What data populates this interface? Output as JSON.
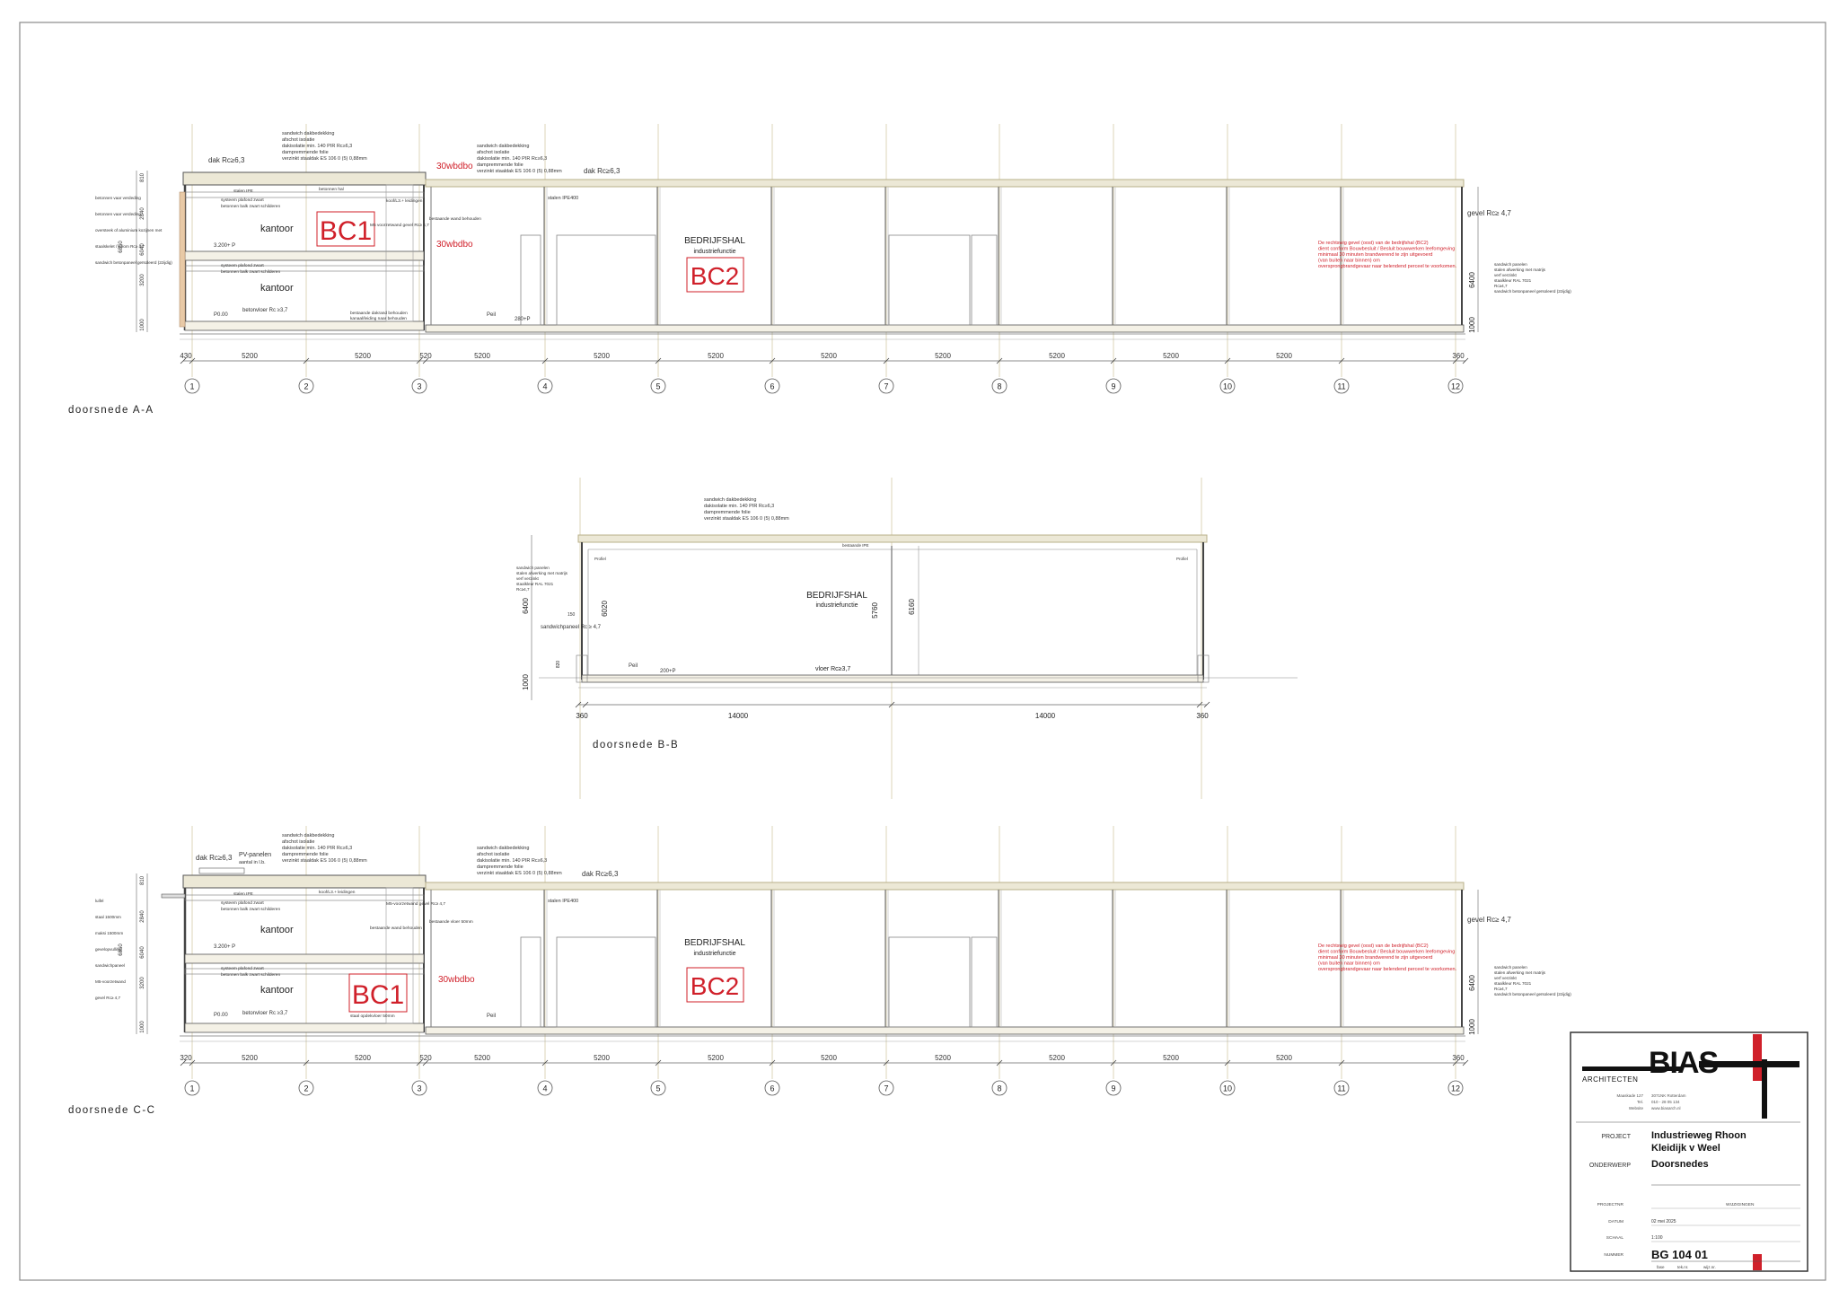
{
  "sections": [
    {
      "id": "aa",
      "title": "doorsnede A-A",
      "grid_labels": [
        "1",
        "2",
        "3",
        "4",
        "5",
        "6",
        "7",
        "8",
        "9",
        "10",
        "11",
        "12"
      ],
      "dim_top": [
        "430",
        "5200",
        "5200",
        "520",
        "5200",
        "5200",
        "5200",
        "5200",
        "5200",
        "5200",
        "5200",
        "5200",
        "360"
      ],
      "roof_left": "dak Rc≥6,3",
      "roof_right": "dak Rc≥6,3",
      "fire_wbdbo": "30wbdbo",
      "fire_wbdbo_2": "30wbdbo",
      "rooms": [
        "kantoor",
        "kantoor"
      ],
      "bc1": "BC1",
      "bc2": "BC2",
      "hall": "BEDRIJFSHAL",
      "hall_sub": "industriefunctie",
      "facade": "gevel Rc≥ 4,7",
      "vertical_dims": [
        "810",
        "2840",
        "6850",
        "6040",
        "3200",
        "1000"
      ],
      "right_dims": [
        "6400",
        "1000"
      ],
      "floor_notes": [
        "3.200+ P",
        "P0.00"
      ],
      "level_note": "betonvloer Rc ≥3,7",
      "red_note": [
        "De rechtswig gevel (oost) van de bedrijfshal (BC2)",
        "dient conform Bouwbesluit / Besluit bouwwerken leefomgeving",
        "minimaal 30 minuten brandwerend te zijn uitgevoerd",
        "(van buiten naar binnen) om",
        "oversprongbrandgevaar naar belendend perceel te voorkomen."
      ],
      "left_notes": [
        "betonnen vaar verdeding",
        "betonnen vaar verdeding",
        "oversteek of aluminium kozijnen met",
        "staalskelet / kolom Rc≥ 4,7",
        "sandwich betonpaneel geïsoleerd (2zijdig)"
      ],
      "top_notes": [
        "sandwich dakbedekking",
        "afschot isolatie",
        "dakisolatie min. 140 PIR Rc≥6,3",
        "dampremmende folie",
        "verzinkt staaldak ES 106 0 (5) 0,88mm"
      ],
      "mid_notes": [
        "stalen IPE",
        "systeem plafond zwart",
        "betonnen balk zwart schilderen",
        "systeem plafond zwart",
        "betonnen balk zwart schilderen",
        "betonnen hal",
        "koof/L3.+ leidingen",
        "M5 voorzetwand gevel Rc≥ 4,7",
        "bestaande wand behouden",
        "bestaande dakrand behouden",
        "kanaal/leiding naar behouden"
      ],
      "beam_note": "stalen IPE400",
      "right_notes": [
        "sandwich panelen",
        "stalen afwerking met matrijs",
        "verf verzinkt",
        "staalkleur RAL 7021",
        "Rc≥4,7",
        "sandwich betonpaneel geïsoleerd (2zijdig)"
      ],
      "peil": "Peil",
      "peil_2": "280+P"
    },
    {
      "id": "bb",
      "title": "doorsnede B-B",
      "dim_left": "360",
      "dim_mid": [
        "14000",
        "14000"
      ],
      "dim_right": "360",
      "hall": "BEDRIJFSHAL",
      "hall_sub": "industriefunctie",
      "floor": "vloer Rc≥3,7",
      "peil": "Peil",
      "floor_level": "200+P",
      "left_dims": [
        "6400",
        "6020",
        "1000",
        "820"
      ],
      "inner_dims": [
        "5760",
        "6160"
      ],
      "panel_note": "sandwichpaneel Rc ≥ 4,7",
      "top_notes": [
        "sandwich dakbedekking",
        "dakisolatie min. 140 PIR Rc≥6,3",
        "dampremmende folie",
        "verzinkt staaldak ES 106 0 (5) 0,88mm"
      ],
      "ridge": "bestaande IPE",
      "left_notes": [
        "sandwich panelen",
        "stalen afwerking met matrijs",
        "verf verzinkt",
        "staalkleur RAL 7021",
        "Rc≥4,7"
      ],
      "small_label": "Profiel",
      "small_dim": "150"
    },
    {
      "id": "cc",
      "title": "doorsnede C-C",
      "grid_labels": [
        "1",
        "2",
        "3",
        "4",
        "5",
        "6",
        "7",
        "8",
        "9",
        "10",
        "11",
        "12"
      ],
      "dim_top": [
        "320",
        "5200",
        "5200",
        "520",
        "5200",
        "5200",
        "5200",
        "5200",
        "5200",
        "5200",
        "5200",
        "5200",
        "360"
      ],
      "roof_left": "dak Rc≥6,3",
      "roof_right": "dak Rc≥6,3",
      "pv": "PV-panelen",
      "pv_sub": "aantal in l.b.",
      "fire_wbdbo": "30wbdbo",
      "rooms": [
        "kantoor",
        "kantoor"
      ],
      "bc1": "BC1",
      "bc2": "BC2",
      "hall": "BEDRIJFSHAL",
      "hall_sub": "industriefunctie",
      "facade": "gevel Rc≥ 4,7",
      "vertical_dims": [
        "810",
        "2840",
        "6850",
        "6040",
        "3200",
        "1000"
      ],
      "right_dims": [
        "6400",
        "1000"
      ],
      "floor_notes": [
        "3.200+ P",
        "P0.00"
      ],
      "level_note": "betonvloer Rc ≥3,7",
      "red_note": [
        "De rechtswig gevel (oost) van de bedrijfshal (BC2)",
        "dient conform Bouwbesluit / Besluit bouwwerken leefomgeving",
        "minimaal 30 minuten brandwerend te zijn uitgevoerd",
        "(van buiten naar binnen) om",
        "oversprongbrandgevaar naar belendend perceel te voorkomen."
      ],
      "left_notes": [
        "luifel",
        "staal 1500mm",
        "maksi 1500mm",
        "gevelopvulling",
        "sandwichpaneel",
        "M5-voorzetwand",
        "gevel Rc≥ 4,7"
      ],
      "top_notes": [
        "sandwich dakbedekking",
        "afschot isolatie",
        "dakisolatie min. 140 PIR Rc≥6,3",
        "dampremmende folie",
        "verzinkt staaldak ES 106 0 (5) 0,88mm"
      ],
      "mid_notes": [
        "stalen IPE",
        "systeem plafond zwart",
        "betonnen balk zwart schilderen",
        "systeem plafond zwart",
        "betonnen balk zwart schilderen",
        "koof/L3.+ leidingen",
        "M5-voorzetwand gevel Rc≥ 4,7",
        "bestaande wand behouden",
        "bestaande vloer 50mm",
        "staal opdekvloer 50mm"
      ],
      "beam_note": "stalen IPE400",
      "right_notes": [
        "sandwich panelen",
        "stalen afwerking met matrijs",
        "verf verzinkt",
        "staalkleur RAL 7021",
        "Rc≥4,7",
        "sandwich betonpaneel geïsoleerd (2zijdig)"
      ],
      "peil": "Peil"
    }
  ],
  "title_block": {
    "brand": "BIAS",
    "brand_sub": "ARCHITECTEN",
    "address_labels": [
      "Maaskade 127",
      "Tel.",
      "Website"
    ],
    "address_values": [
      "3071NK Rotterdam",
      "010 - 28 05 134",
      "www.biasarch.nl"
    ],
    "project_label": "PROJECT",
    "project_value": [
      "Industrieweg Rhoon",
      "Kleidijk v Weel"
    ],
    "subject_label": "ONDERWERP",
    "subject_value": "Doorsnedes",
    "projectnr_label": "PROJECTNR",
    "changes_label": "WIJZIGINGEN",
    "date_label": "DATUM",
    "date_value": "02 mei 2025",
    "scale_label": "SCHAAL",
    "scale_value": "1:100",
    "number_label": "NUMMER",
    "number_value": "BG 104 01",
    "footer": [
      "fase",
      "tek.nr.",
      "wijz.nr."
    ]
  },
  "colors": {
    "line": "#4a4a4a",
    "grid": "#c9c0a0",
    "red": "#d0202a",
    "roof": "#b8b08a"
  }
}
